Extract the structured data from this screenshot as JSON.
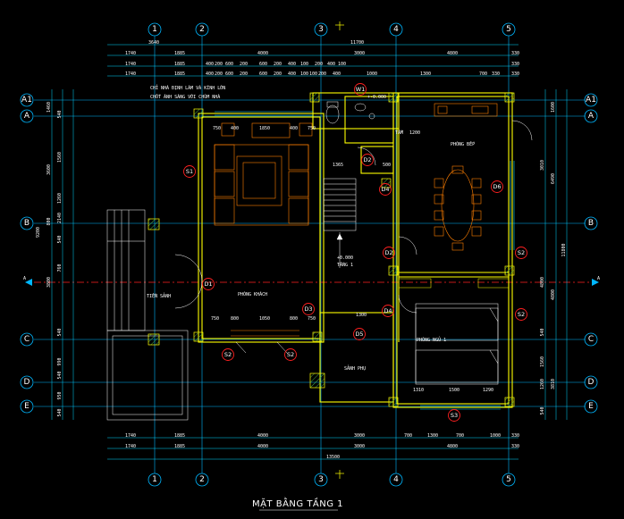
{
  "title": "MẶT BẰNG TẦNG 1",
  "colors": {
    "background": "#000000",
    "grid_axis": "#00b7ff",
    "dimension": "#00d9ff",
    "wall": "#ffff00",
    "furniture": "#ff7f00",
    "center_line": "#ff2020",
    "tag": "#ff2020",
    "column_hatch": "#4aa84a"
  },
  "grid_columns": [
    "1",
    "2",
    "3",
    "4",
    "5"
  ],
  "grid_rows_left": [
    "A1",
    "A",
    "B",
    "",
    "C",
    "D",
    "E"
  ],
  "grid_rows_right": [
    "A1",
    "A",
    "B",
    "",
    "C",
    "D",
    "E"
  ],
  "dim_top": {
    "total": "11700",
    "overall": "3640",
    "row1": [
      "1740",
      "1885",
      "4000",
      "3000",
      "4800",
      "330"
    ],
    "row2": [
      "1740",
      "1885",
      "400",
      "200",
      "600",
      "200",
      "600",
      "200",
      "400",
      "100",
      "200",
      "400",
      "100",
      "330"
    ],
    "row3": [
      "1740",
      "1885",
      "400",
      "200",
      "600",
      "200",
      "600",
      "200",
      "400",
      "100",
      "100",
      "200",
      "400",
      "1000",
      "1300",
      "700",
      "330",
      "330"
    ]
  },
  "dim_bottom": {
    "total": "13500",
    "row1": [
      "1740",
      "1885",
      "4000",
      "3000",
      "700",
      "1300",
      "700",
      "1000",
      "330"
    ],
    "row2": [
      "1740",
      "1885",
      "4000",
      "3000",
      "4800",
      "330"
    ]
  },
  "dim_left": [
    "1460",
    "3600",
    "800",
    "9200",
    "3800",
    "540",
    "1560",
    "1260",
    "2140",
    "540",
    "760",
    "540",
    "990",
    "540",
    "950",
    "540"
  ],
  "dim_right": [
    "3010",
    "4800",
    "6490",
    "11800",
    "1600",
    "4800",
    "540",
    "1560",
    "1260",
    "540",
    "3810"
  ],
  "rooms": {
    "phong_khach": "PHÒNG KHÁCH",
    "phong_bep": "PHÒNG BẾP",
    "phong_ngu": "PHÒNG NGỦ 1",
    "tam": "TẮM",
    "tien_sanh": "TIỀN SẢNH",
    "sanh_phu": "SẢNH PHỤ",
    "tang1": "TẦNG 1",
    "level": "+0.000",
    "level2": "+-0.000"
  },
  "notes": {
    "note1": "CHỈ NHÀ ĐỊNH LÀM VÀ KÍNH LỚN",
    "note2": "CHỐT ÁNH SÁNG VỚI CHÙM NHÀ"
  },
  "tags": [
    "S1",
    "D1",
    "S2",
    "S2",
    "D3",
    "D4",
    "D5",
    "D2",
    "D6",
    "S2",
    "S2",
    "S3",
    "D2",
    "W1",
    "D4"
  ],
  "inner_dims": {
    "living": [
      "750",
      "400",
      "1850",
      "400",
      "750"
    ],
    "living_bottom": [
      "750",
      "800",
      "1050",
      "800",
      "750"
    ],
    "bath": [
      "1365"
    ],
    "phong_ngu_bottom": [
      "1310",
      "1500",
      "1290"
    ],
    "sanh_phu": [
      "1300"
    ],
    "bep_mid": [
      "1200",
      "500"
    ]
  }
}
